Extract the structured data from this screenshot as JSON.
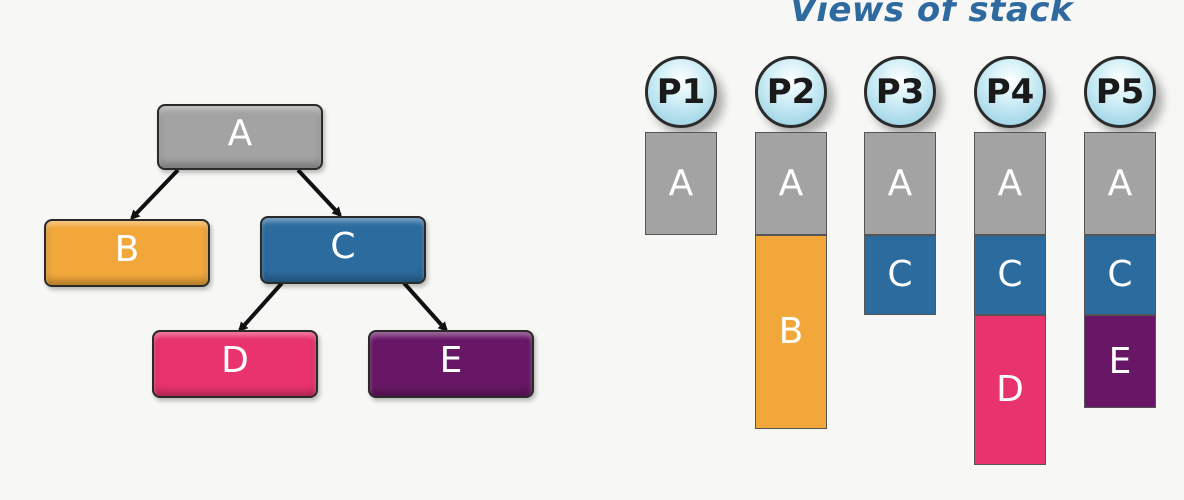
{
  "heading": "Views of stack",
  "colors": {
    "A": "#a3a3a3",
    "B": "#f1a73a",
    "C": "#2c6b9e",
    "D": "#e8336c",
    "E": "#681766"
  },
  "tree": {
    "nodes": [
      {
        "id": "A",
        "label": "A"
      },
      {
        "id": "B",
        "label": "B"
      },
      {
        "id": "C",
        "label": "C"
      },
      {
        "id": "D",
        "label": "D"
      },
      {
        "id": "E",
        "label": "E"
      }
    ],
    "edges": [
      [
        "A",
        "B"
      ],
      [
        "A",
        "C"
      ],
      [
        "C",
        "D"
      ],
      [
        "C",
        "E"
      ]
    ]
  },
  "processors": [
    {
      "label": "P1",
      "stack": [
        "A"
      ]
    },
    {
      "label": "P2",
      "stack": [
        "A",
        "B"
      ]
    },
    {
      "label": "P3",
      "stack": [
        "A",
        "C"
      ]
    },
    {
      "label": "P4",
      "stack": [
        "A",
        "C",
        "D"
      ]
    },
    {
      "label": "P5",
      "stack": [
        "A",
        "C",
        "E"
      ]
    }
  ]
}
